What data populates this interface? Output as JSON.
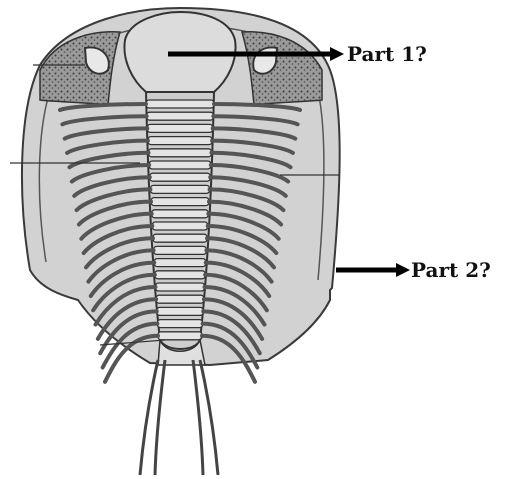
{
  "diagram": {
    "subject": "trilobite",
    "labels": {
      "part_1": "Part 1?",
      "part_2": "Part 2?"
    }
  },
  "colors": {
    "background": "#ffffff",
    "body_fill": "#cfcfcf",
    "outline": "#3a3a3a",
    "stipple": "#555555",
    "arrow": "#000000"
  }
}
